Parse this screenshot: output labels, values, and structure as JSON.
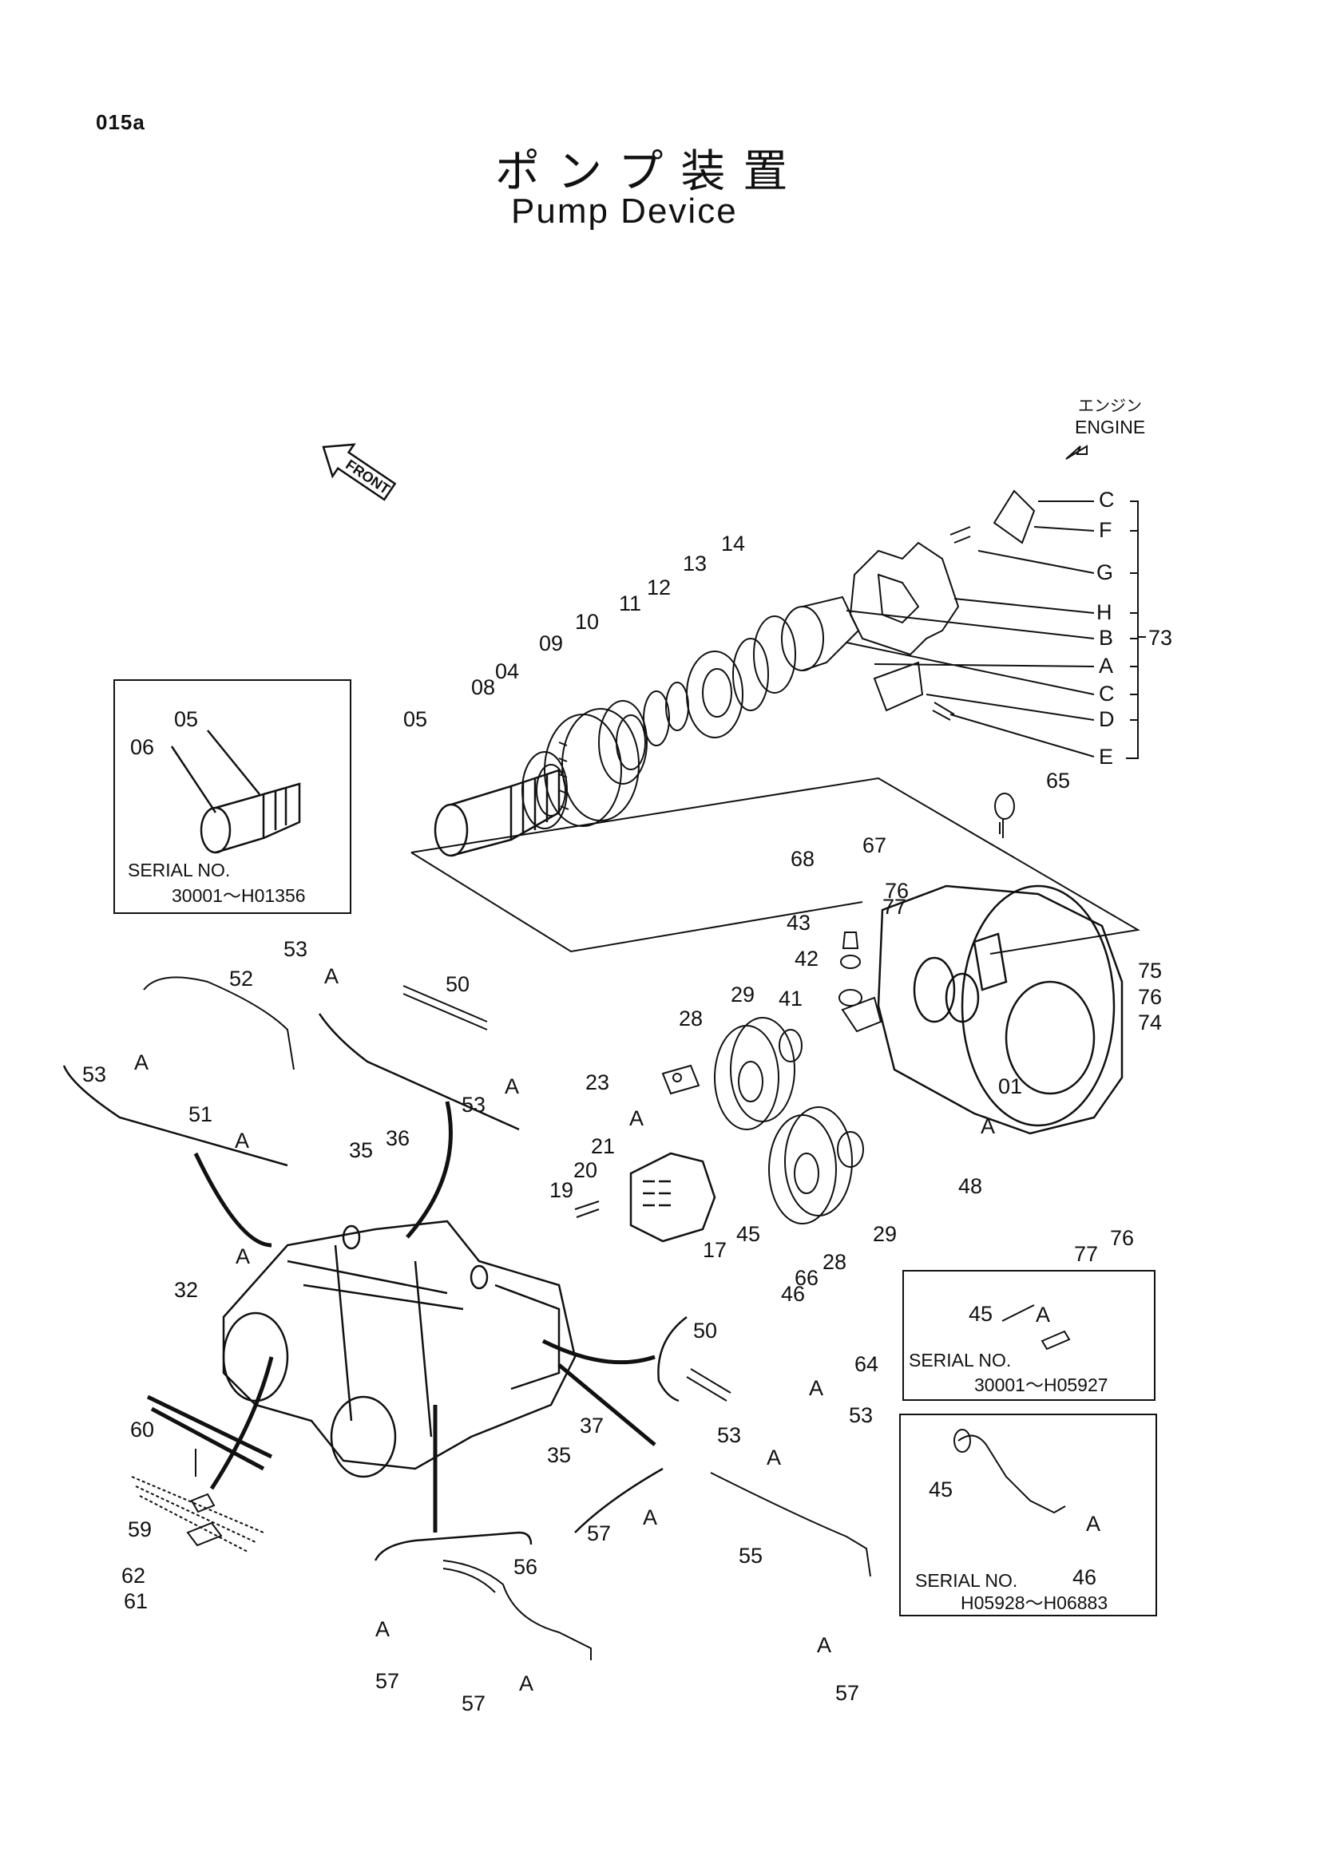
{
  "page_code": "015a",
  "title_jp": "ポンプ装置",
  "title_en": "Pump Device",
  "engine_label_jp": "エンジン",
  "engine_label_en": "ENGINE",
  "front_label": "FRONT",
  "coupling_group": {
    "number": "73",
    "letters": [
      "C",
      "F",
      "G",
      "H",
      "B",
      "A",
      "C",
      "D",
      "E"
    ]
  },
  "callouts": [
    "01",
    "04",
    "05",
    "06",
    "08",
    "09",
    "10",
    "11",
    "12",
    "13",
    "14",
    "17",
    "19",
    "20",
    "21",
    "23",
    "28",
    "29",
    "32",
    "35",
    "36",
    "37",
    "41",
    "42",
    "43",
    "45",
    "46",
    "48",
    "50",
    "51",
    "52",
    "53",
    "55",
    "56",
    "57",
    "59",
    "60",
    "61",
    "62",
    "64",
    "65",
    "66",
    "67",
    "68",
    "74",
    "75",
    "76",
    "77"
  ],
  "insets": [
    {
      "id": "inset-shaft",
      "parts": [
        "05",
        "06"
      ],
      "serial_label": "SERIAL NO.",
      "serial_range": "30001～H01356"
    },
    {
      "id": "inset-drain-early",
      "parts": [
        "45"
      ],
      "serial_label": "SERIAL NO.",
      "serial_range": "30001～H05927"
    },
    {
      "id": "inset-drain-late",
      "parts": [
        "45",
        "46"
      ],
      "serial_label": "SERIAL NO.",
      "serial_range": "H05928～H06883"
    }
  ],
  "sub_tag": "A"
}
